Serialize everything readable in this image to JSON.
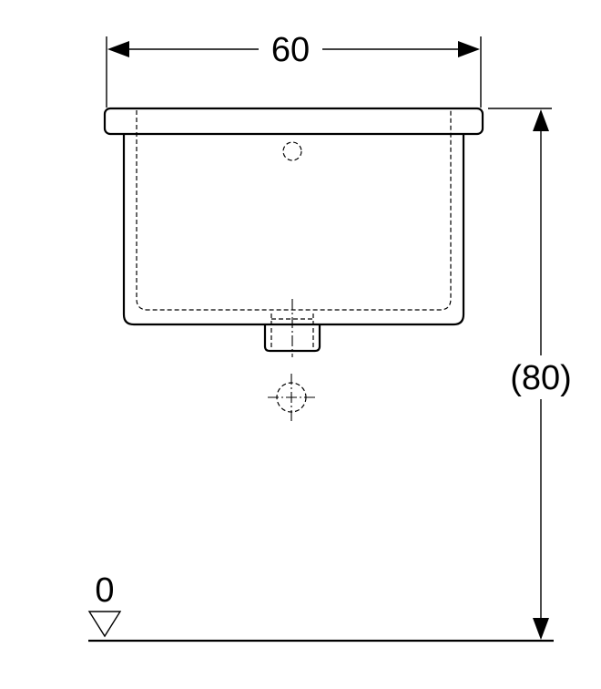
{
  "drawing": {
    "width_label": "60",
    "height_label": "(80)",
    "floor_label": "0",
    "line_color": "#000000",
    "background_color": "#ffffff"
  }
}
